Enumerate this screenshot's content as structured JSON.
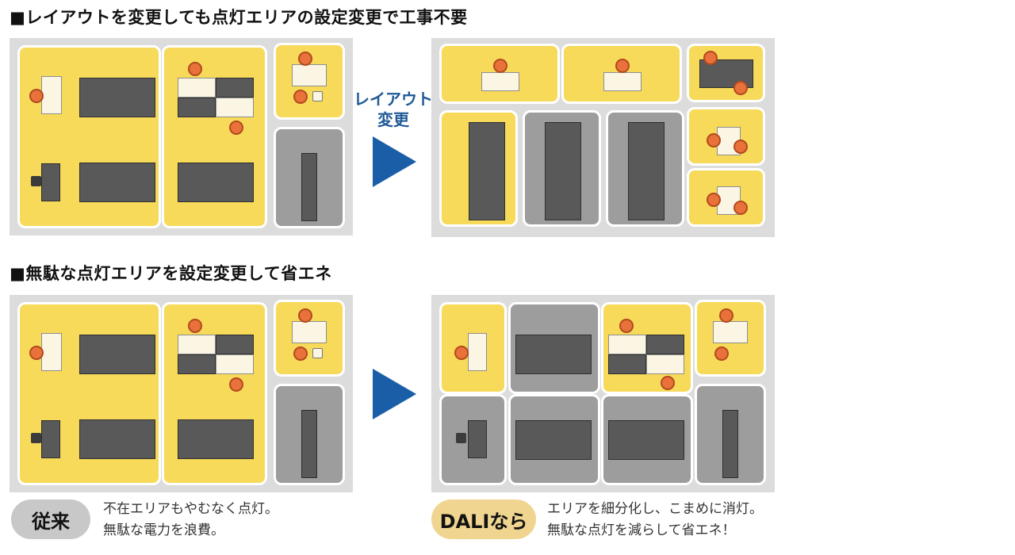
{
  "headings": {
    "top": "■レイアウトを変更しても点灯エリアの設定変更で工事不要",
    "bottom": "■無駄な点灯エリアを設定変更して省エネ"
  },
  "arrow_label": [
    "レイアウト",
    "変更"
  ],
  "legend": {
    "before_badge": "従来",
    "before_lines": [
      "不在エリアもやむなく点灯。",
      "無駄な電力を浪費。"
    ],
    "after_badge": "DALIなら",
    "after_lines": [
      "エリアを細分化し、こまめに消灯。",
      "無駄な点灯を減らして省エネ！"
    ]
  },
  "colors": {
    "lit_zone": "#f7da5a",
    "unlit_zone": "#9d9d9d",
    "panel_bg": "#dcdcdc",
    "arrow": "#1b5ea8",
    "before_badge_bg": "#c8c8c8",
    "after_badge_bg": "#f0d590"
  }
}
